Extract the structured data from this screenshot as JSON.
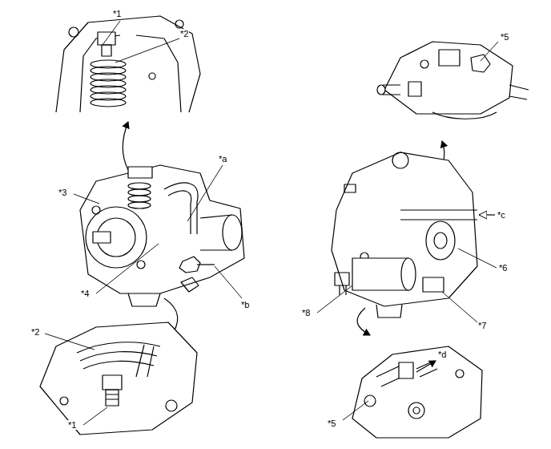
{
  "diagram": {
    "labels": [
      "*1",
      "*2",
      "*5",
      "*a",
      "*3",
      "*c",
      "*4",
      "*b",
      "*6",
      "*8",
      "*7",
      "*2",
      "*d",
      "*1",
      "*5"
    ]
  }
}
